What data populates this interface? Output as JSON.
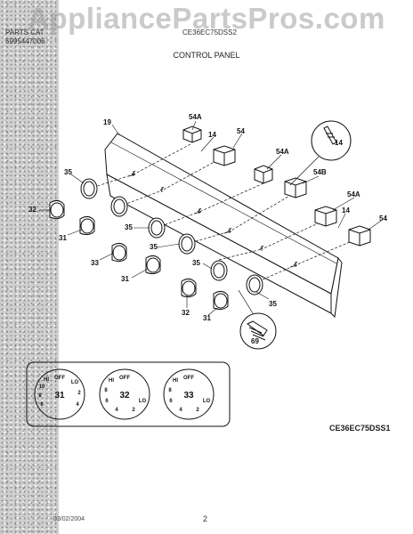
{
  "watermark": "AppliancePartsPros.com",
  "header": {
    "left_line1": "PARTS CAT",
    "left_line2": "5995447006",
    "right": "CE36EC75DSS2"
  },
  "section_title": "CONTROL PANEL",
  "callouts": {
    "panel": "19",
    "switch_a": "54A",
    "switch": "54",
    "switch_b": "54B",
    "clip": "14",
    "bezel": "35",
    "knob_small": "32",
    "knob": "31",
    "knob_large": "33",
    "screw": "69"
  },
  "dials": [
    {
      "number": "31",
      "marks": [
        "OFF",
        "LO",
        "2",
        "4",
        "6",
        "8",
        "10",
        "HI"
      ]
    },
    {
      "number": "32",
      "marks": [
        "OFF",
        "LO",
        "2",
        "4",
        "6",
        "8",
        "HI"
      ]
    },
    {
      "number": "33",
      "marks": [
        "OFF",
        "LO",
        "2",
        "4",
        "6",
        "8",
        "HI"
      ]
    }
  ],
  "model_code": "CE36EC75DSS1",
  "footer": {
    "date": "03/02/2004",
    "page": "2"
  }
}
